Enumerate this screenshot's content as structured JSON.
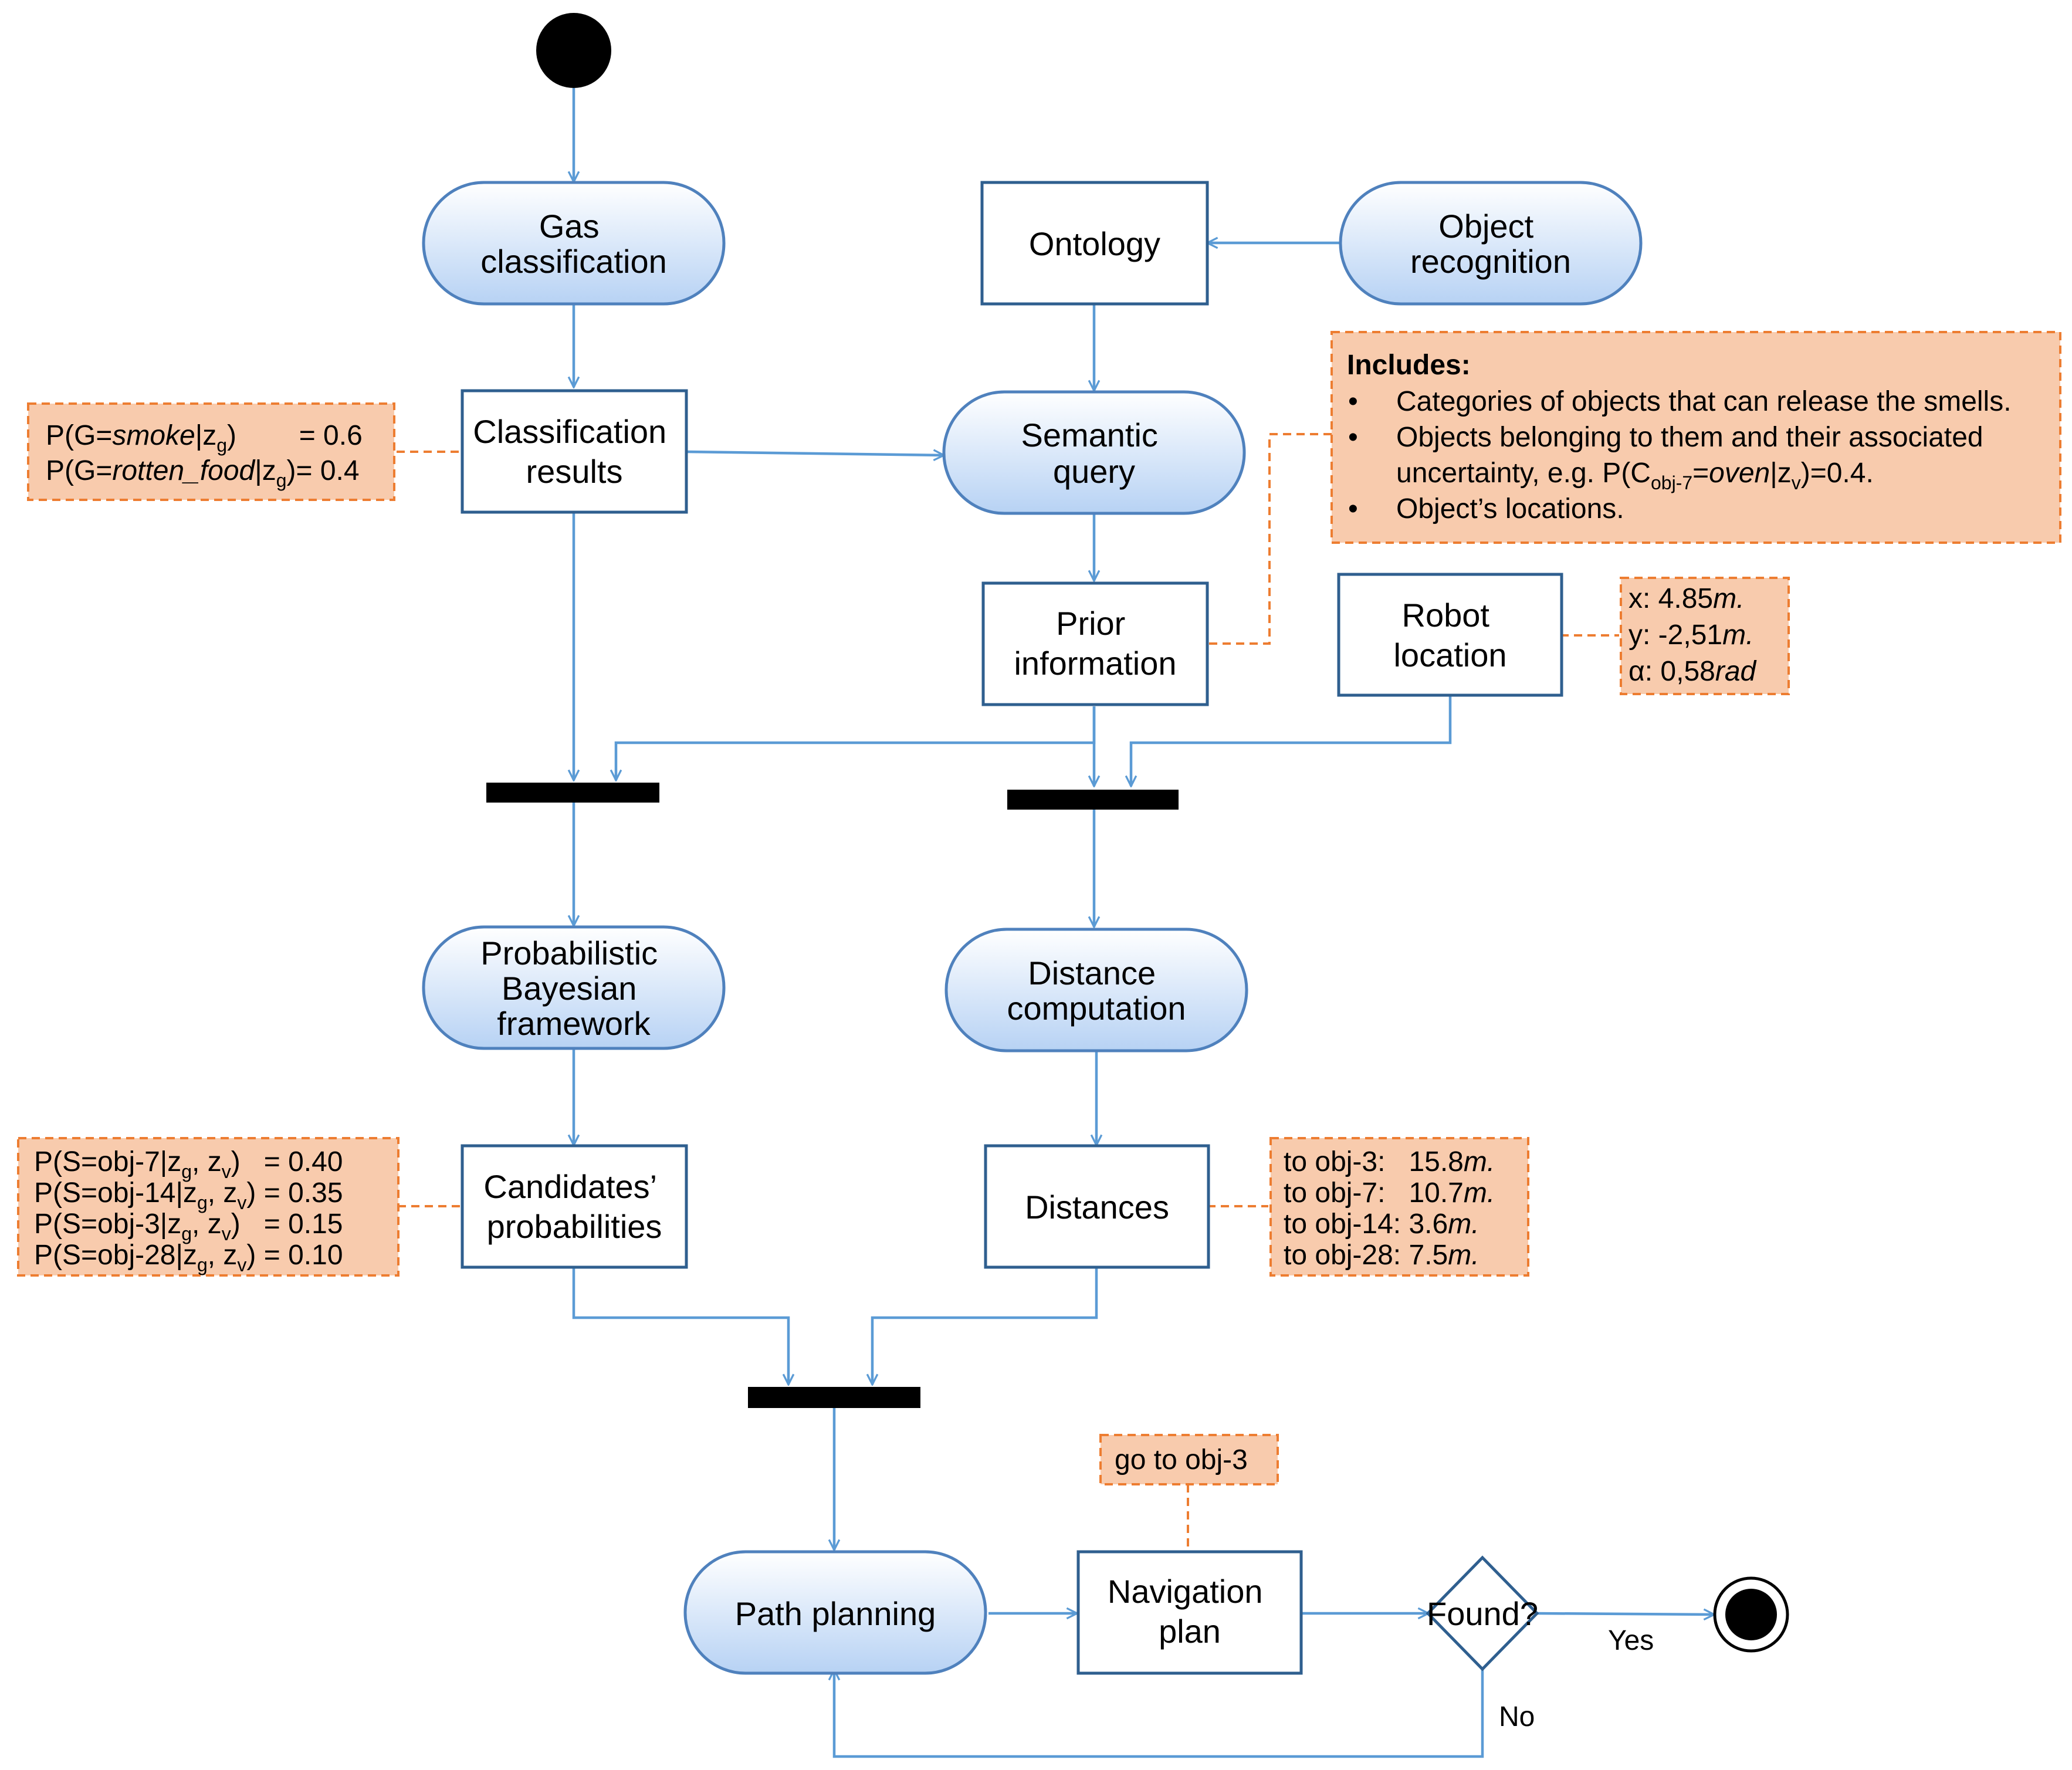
{
  "nodes": {
    "gas_classification": [
      "Gas",
      "classification"
    ],
    "ontology": [
      "Ontology"
    ],
    "object_recognition": [
      "Object",
      "recognition"
    ],
    "classification_results": [
      "Classification",
      "results"
    ],
    "semantic_query": [
      "Semantic",
      "query"
    ],
    "prior_information": [
      "Prior",
      "information"
    ],
    "robot_location": [
      "Robot",
      "location"
    ],
    "probabilistic_framework": [
      "Probabilistic",
      "Bayesian",
      "framework"
    ],
    "distance_computation": [
      "Distance",
      "computation"
    ],
    "candidates_probabilities": [
      "Candidates’",
      "probabilities"
    ],
    "distances": [
      "Distances"
    ],
    "path_planning": [
      "Path planning"
    ],
    "navigation_plan": [
      "Navigation",
      "plan"
    ],
    "found_decision": [
      "Found?"
    ]
  },
  "edge_labels": {
    "yes": "Yes",
    "no": "No"
  },
  "notes": {
    "gas_probabilities": [
      {
        "parts": [
          [
            "P(G=",
            ""
          ],
          [
            "smoke",
            "i"
          ],
          [
            "|z",
            ""
          ],
          [
            "g",
            "sub"
          ],
          [
            ")        = 0.6",
            ""
          ]
        ]
      },
      {
        "parts": [
          [
            "P(G=",
            ""
          ],
          [
            "rotten_food",
            "i"
          ],
          [
            "|z",
            ""
          ],
          [
            "g",
            "sub"
          ],
          [
            ")= 0.4",
            ""
          ]
        ]
      }
    ],
    "includes": {
      "heading": "Includes:",
      "bullet": "•",
      "items": [
        {
          "lines": [
            {
              "parts": [
                [
                  "Categories of objects that can release the smells.",
                  ""
                ]
              ]
            }
          ]
        },
        {
          "lines": [
            {
              "parts": [
                [
                  "Objects belonging to them and their associated",
                  ""
                ]
              ]
            },
            {
              "parts": [
                [
                  "uncertainty, e.g. P(C",
                  ""
                ],
                [
                  "obj-7",
                  "sub"
                ],
                [
                  "=",
                  ""
                ],
                [
                  "oven",
                  "i"
                ],
                [
                  "|z",
                  ""
                ],
                [
                  "v",
                  "sub"
                ],
                [
                  ")=0.4.",
                  ""
                ]
              ]
            }
          ]
        },
        {
          "lines": [
            {
              "parts": [
                [
                  "Object’s locations.",
                  ""
                ]
              ]
            }
          ]
        }
      ]
    },
    "robot_pose": [
      {
        "parts": [
          [
            "x: 4.85",
            ""
          ],
          [
            "m.",
            "i"
          ]
        ]
      },
      {
        "parts": [
          [
            "y: -2,51",
            ""
          ],
          [
            "m.",
            "i"
          ]
        ]
      },
      {
        "parts": [
          [
            "α: 0,58",
            ""
          ],
          [
            "rad",
            "i"
          ]
        ]
      }
    ],
    "candidate_probabilities": [
      {
        "parts": [
          [
            "P(S=obj-7|z",
            ""
          ],
          [
            "g",
            "sub"
          ],
          [
            ", z",
            ""
          ],
          [
            "v",
            "sub"
          ],
          [
            ")   = 0.40",
            ""
          ]
        ]
      },
      {
        "parts": [
          [
            "P(S=obj-14|z",
            ""
          ],
          [
            "g",
            "sub"
          ],
          [
            ", z",
            ""
          ],
          [
            "v",
            "sub"
          ],
          [
            ") = 0.35",
            ""
          ]
        ]
      },
      {
        "parts": [
          [
            "P(S=obj-3|z",
            ""
          ],
          [
            "g",
            "sub"
          ],
          [
            ", z",
            ""
          ],
          [
            "v",
            "sub"
          ],
          [
            ")   = 0.15",
            ""
          ]
        ]
      },
      {
        "parts": [
          [
            "P(S=obj-28|z",
            ""
          ],
          [
            "g",
            "sub"
          ],
          [
            ", z",
            ""
          ],
          [
            "v",
            "sub"
          ],
          [
            ") = 0.10",
            ""
          ]
        ]
      }
    ],
    "distances": [
      {
        "parts": [
          [
            "to obj-3:   15.8",
            ""
          ],
          [
            "m.",
            "i"
          ]
        ]
      },
      {
        "parts": [
          [
            "to obj-7:   10.7",
            ""
          ],
          [
            "m.",
            "i"
          ]
        ]
      },
      {
        "parts": [
          [
            "to obj-14: 3.6",
            ""
          ],
          [
            "m.",
            "i"
          ]
        ]
      },
      {
        "parts": [
          [
            "to obj-28: 7.5",
            ""
          ],
          [
            "m.",
            "i"
          ]
        ]
      }
    ],
    "goal": [
      {
        "parts": [
          [
            "go to obj-3",
            ""
          ]
        ]
      }
    ]
  },
  "colors": {
    "action_top": "#ffffff",
    "action_bottom": "#b7d2f4",
    "action_border": "#4f81bd",
    "object_border": "#2f5f8f",
    "flow_line": "#5b9bd5",
    "note_fill": "#f8cbad",
    "note_border": "#ed7d31"
  }
}
